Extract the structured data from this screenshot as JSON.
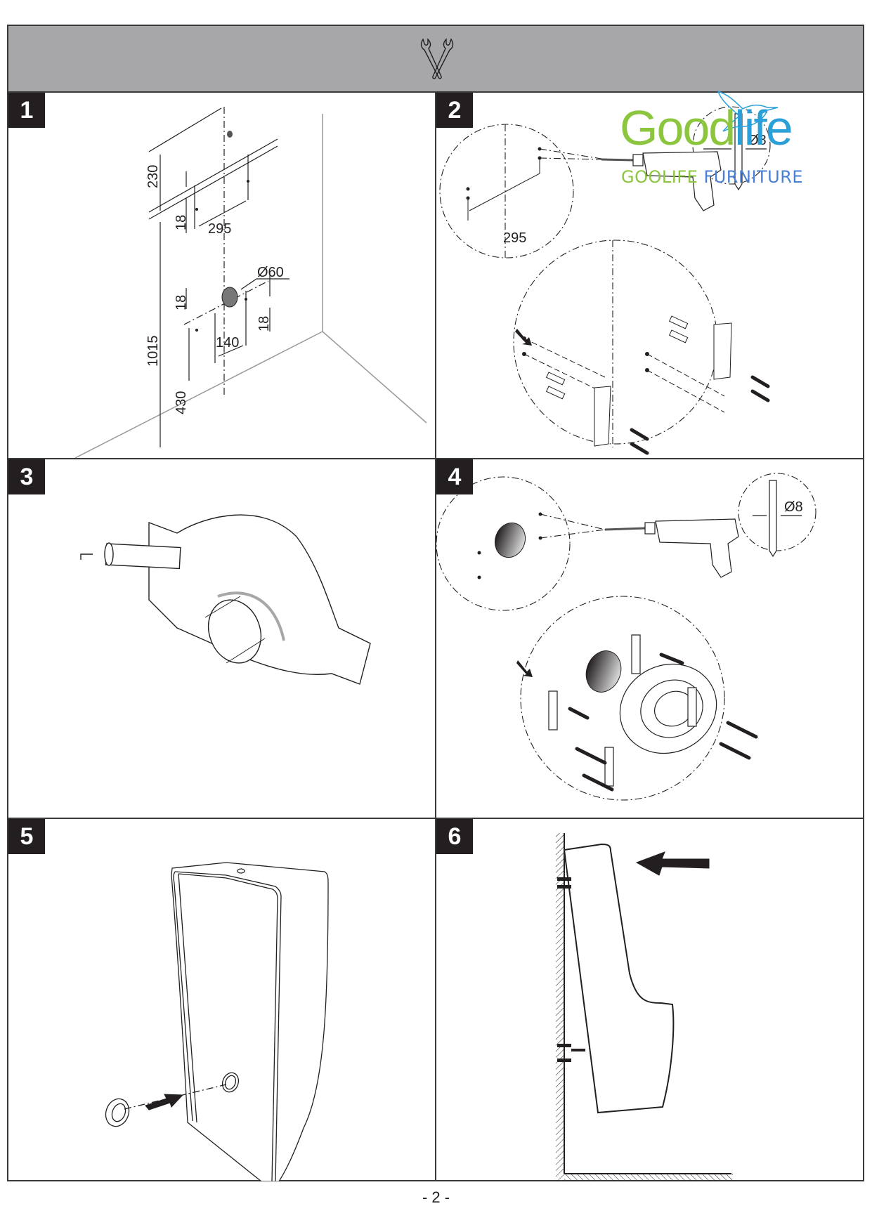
{
  "header": {
    "icon": "wrench-tools-icon",
    "background": "#a7a7a9"
  },
  "steps": [
    {
      "number": "1",
      "title": "Wall measurement and marking",
      "dimensions": {
        "top_offset": "230",
        "bracket_gap_top": "18",
        "bracket_spacing": "295",
        "total_height": "1015",
        "outlet_diameter": "Ø60",
        "bracket_gap_left": "18",
        "bracket_gap_right": "18",
        "lower_spacing": "140",
        "lower_height": "430"
      }
    },
    {
      "number": "2",
      "title": "Drill holes and fix brackets",
      "dimensions": {
        "spacing": "295",
        "drill_diameter": "Ø8"
      }
    },
    {
      "number": "3",
      "title": "Apply sealant to drain connector"
    },
    {
      "number": "4",
      "title": "Drill holes and fix drain connector",
      "dimensions": {
        "drill_diameter": "Ø8"
      }
    },
    {
      "number": "5",
      "title": "Insert gasket into urinal outlet"
    },
    {
      "number": "6",
      "title": "Hang urinal onto wall brackets"
    }
  ],
  "watermark": {
    "word_green": "Good",
    "word_blue": "life",
    "sub_green": "GOOLIFE",
    "sub_blue": "FURNITURE",
    "color_green": "#8cc63f",
    "color_blue": "#2a9fd8"
  },
  "footer": {
    "page_label": "- 2 -"
  }
}
